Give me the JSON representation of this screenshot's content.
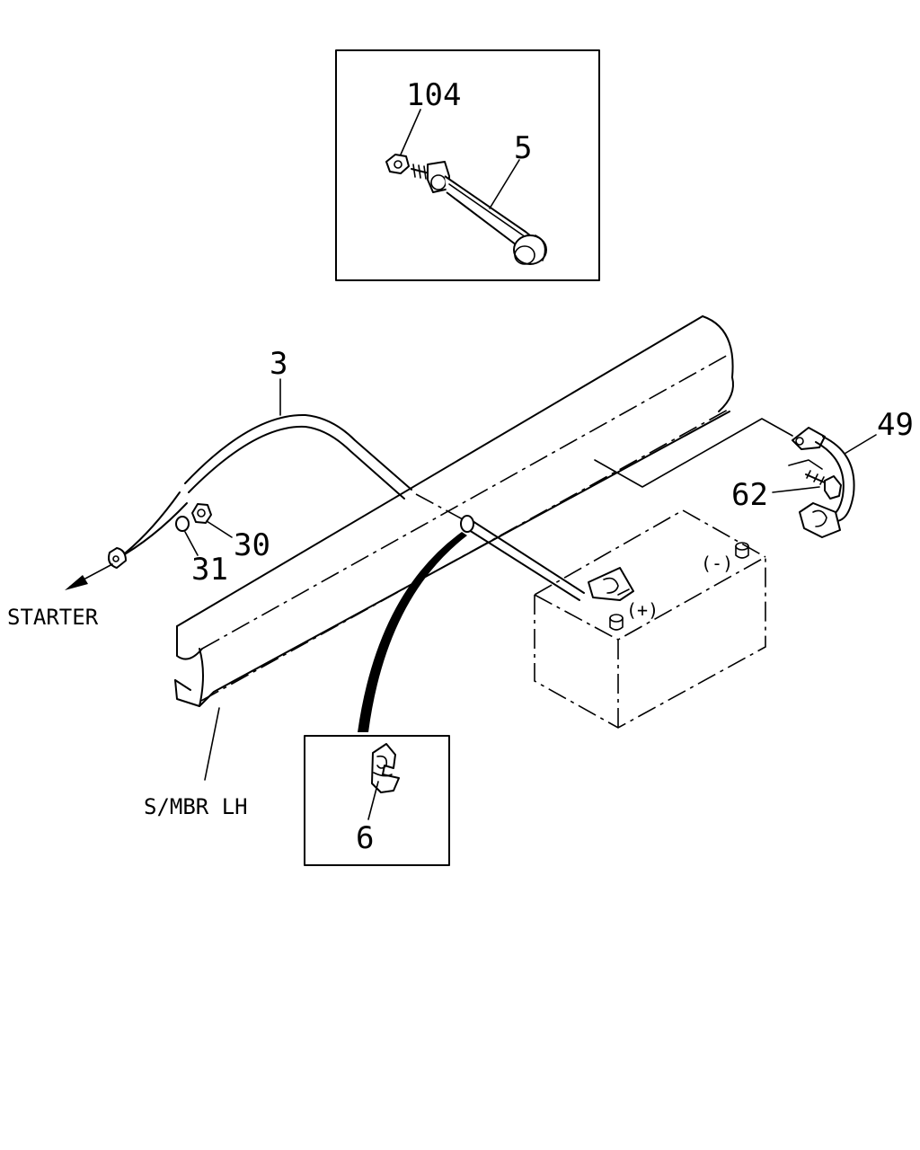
{
  "callouts": {
    "part_104": "104",
    "part_5": "5",
    "part_3": "3",
    "part_49": "49",
    "part_62": "62",
    "part_30": "30",
    "part_31": "31",
    "part_6": "6"
  },
  "labels": {
    "starter": "STARTER",
    "side_member": "S/MBR LH",
    "battery_negative": "(-)",
    "battery_positive": "(+)"
  }
}
